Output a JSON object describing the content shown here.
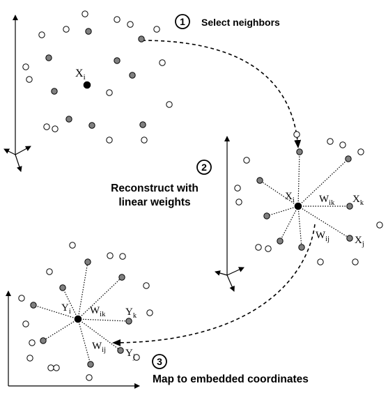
{
  "steps": [
    {
      "number": "1",
      "text": "Select neighbors"
    },
    {
      "number": "2",
      "line1": "Reconstruct with",
      "line2": "linear weights"
    },
    {
      "number": "3",
      "text": "Map to embedded coordinates"
    }
  ],
  "labels": {
    "xi_base": "X",
    "xi_sub": "i",
    "center_x_base": "X",
    "center_x_sub": "i",
    "xk_base": "X",
    "xk_sub": "k",
    "xj_base": "X",
    "xj_sub": "j",
    "wik_base": "W",
    "wik_sub": "ik",
    "wij_base": "W",
    "wij_sub": "ij",
    "yi_base": "Y",
    "yi_sub": "i",
    "yk_base": "Y",
    "yk_sub": "k",
    "yj_base": "Y",
    "yj_sub": "j",
    "wik2_base": "W",
    "wik2_sub": "ik",
    "wij2_base": "W",
    "wij2_sub": "ij"
  },
  "colors": {
    "neighbor_fill": "#808080",
    "other_fill": "#ffffff",
    "center_fill": "#000000"
  }
}
